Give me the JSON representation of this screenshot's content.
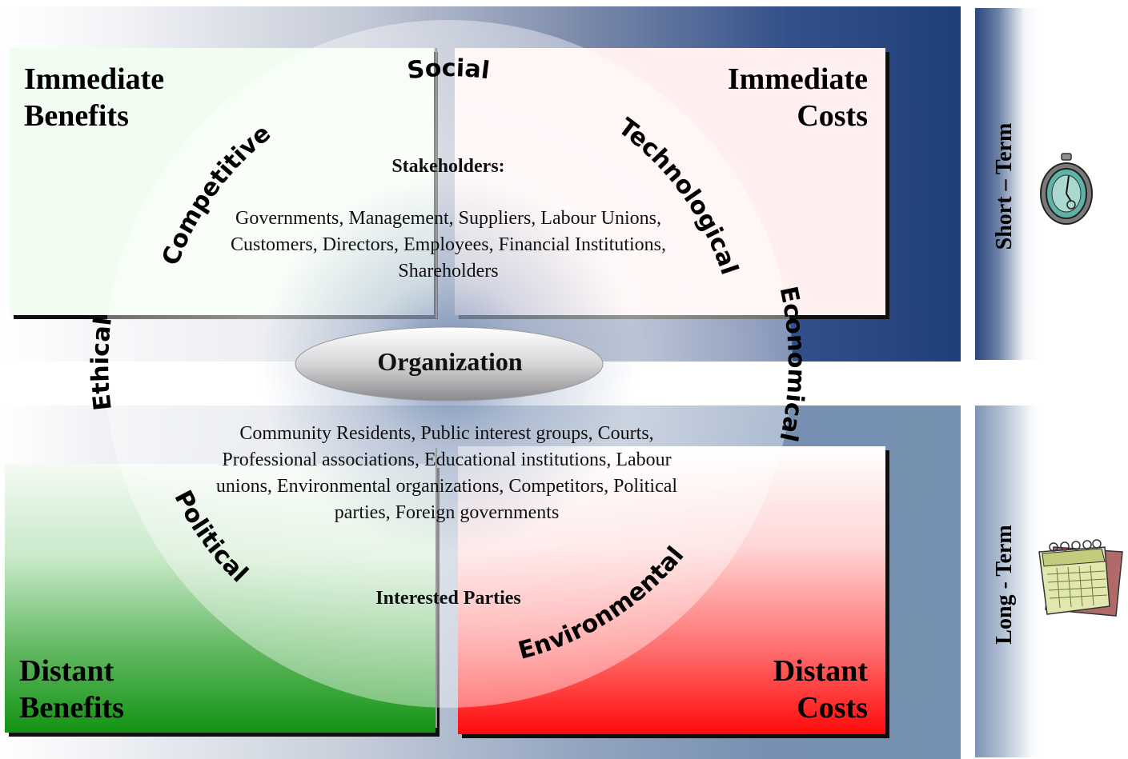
{
  "quadrants": {
    "immediate_benefits": "Immediate\nBenefits",
    "immediate_costs": "Immediate\nCosts",
    "distant_benefits": "Distant\nBenefits",
    "distant_costs": "Distant\nCosts"
  },
  "circle_labels": {
    "social": "Social",
    "competitive": "Competitive",
    "technological": "Technological",
    "ethical": "Ethical",
    "economical": "Economical",
    "political": "Political",
    "environmental": "Environmental"
  },
  "center": {
    "organization": "Organization",
    "stakeholders_title": "Stakeholders:",
    "stakeholders_list": "Governments, Management, Suppliers, Labour Unions, Customers, Directors, Employees, Financial Institutions, Shareholders",
    "interested_list": "Community Residents, Public interest groups, Courts, Professional associations, Educational institutions, Labour unions, Environmental organizations, Competitors, Political parties, Foreign governments",
    "interested_title": "Interested Parties"
  },
  "side": {
    "short_term": "Short – Term",
    "long_term": "Long - Term",
    "short_icon": "stopwatch-icon",
    "long_icon": "calendar-icon"
  },
  "colors": {
    "navy": "#1f3f78",
    "benefit_green": "#139313",
    "cost_red": "#ff0a0a"
  }
}
